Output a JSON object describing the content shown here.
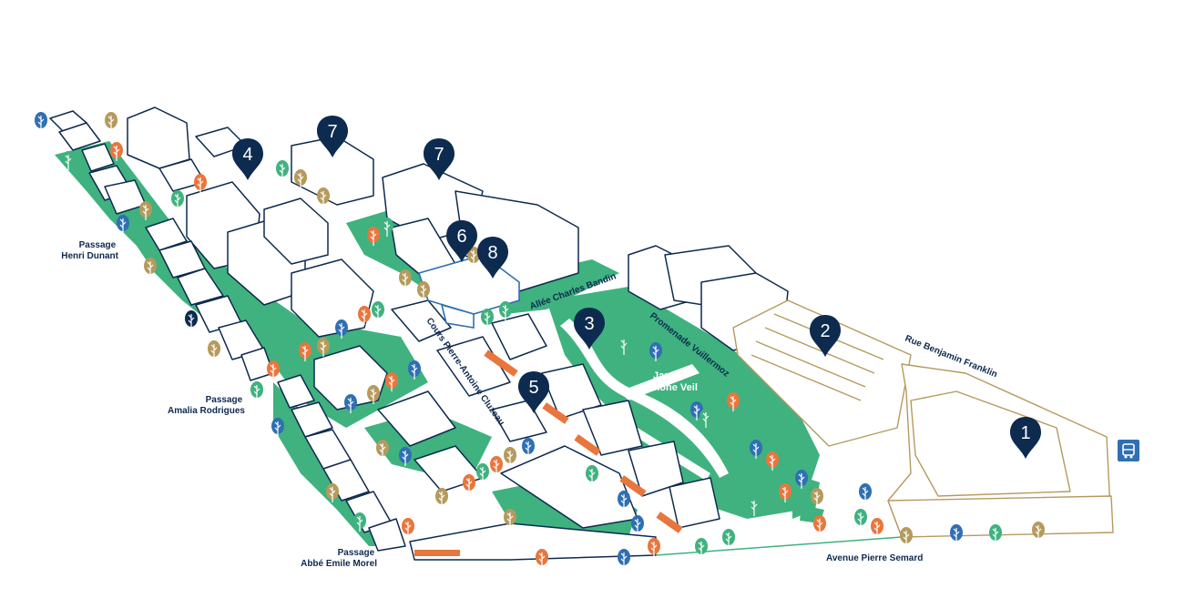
{
  "map": {
    "colors": {
      "ink": "#0d2a4f",
      "green": "#3fb27f",
      "orange": "#e8763d",
      "gold": "#b59a5d",
      "tree_blue": "#2f6fb3",
      "tree_tan": "#b59a5d",
      "tree_orange": "#e8763d"
    },
    "streets": {
      "passage_henri_dunant": [
        "Passage",
        "Henri Dunant"
      ],
      "passage_amalia_rodrigues": [
        "Passage",
        "Amalia Rodrigues"
      ],
      "passage_abbe_emile_morel": [
        "Passage",
        "Abbé Emile Morel"
      ],
      "cours_pierre_antoine_cluzeau": "Cours Pierre-Antoine Cluzeau",
      "allee_charles_bandin": "Allée Charles Bandin",
      "promenade_vuillermoz": "Promenade Vuillermoz",
      "rue_benjamin_franklin": "Rue Benjamin Franklin",
      "avenue_pierre_semard": "Avenue Pierre Semard"
    },
    "garden": [
      "Jardin",
      "Simone Veil"
    ],
    "pins": [
      {
        "id": "pin-1",
        "label": "1"
      },
      {
        "id": "pin-2",
        "label": "2"
      },
      {
        "id": "pin-3",
        "label": "3"
      },
      {
        "id": "pin-4",
        "label": "4"
      },
      {
        "id": "pin-5",
        "label": "5"
      },
      {
        "id": "pin-6",
        "label": "6"
      },
      {
        "id": "pin-7a",
        "label": "7"
      },
      {
        "id": "pin-7b",
        "label": "7"
      },
      {
        "id": "pin-8",
        "label": "8"
      }
    ],
    "icons": {
      "bus_stop": "bus-icon"
    }
  }
}
